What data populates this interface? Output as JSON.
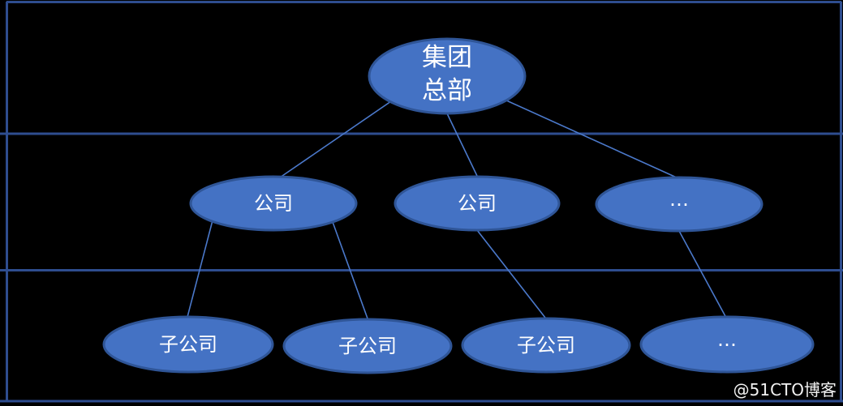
{
  "diagram": {
    "type": "org-chart",
    "colors": {
      "background": "#000000",
      "node_fill": "#4472c4",
      "node_border": "#2f5597",
      "connector_line": "#4b79cb",
      "grid_line": "#2e4d8f",
      "label_text": "#ffffff"
    },
    "nodes": {
      "headquarters": {
        "label": "集团总部",
        "line1": "集团",
        "line2": "总部"
      },
      "company1": {
        "label": "公司"
      },
      "company2": {
        "label": "公司"
      },
      "company_more": {
        "label": "…"
      },
      "subsidiary1": {
        "label": "子公司"
      },
      "subsidiary2": {
        "label": "子公司"
      },
      "subsidiary3": {
        "label": "子公司"
      },
      "subsidiary_more": {
        "label": "…"
      }
    },
    "edges": [
      {
        "from": "headquarters",
        "to": "company1"
      },
      {
        "from": "headquarters",
        "to": "company2"
      },
      {
        "from": "headquarters",
        "to": "company_more"
      },
      {
        "from": "company1",
        "to": "subsidiary1"
      },
      {
        "from": "company1",
        "to": "subsidiary2"
      },
      {
        "from": "company2",
        "to": "subsidiary3"
      },
      {
        "from": "company_more",
        "to": "subsidiary_more"
      }
    ]
  },
  "watermark": {
    "text": "@51CTO博客"
  }
}
